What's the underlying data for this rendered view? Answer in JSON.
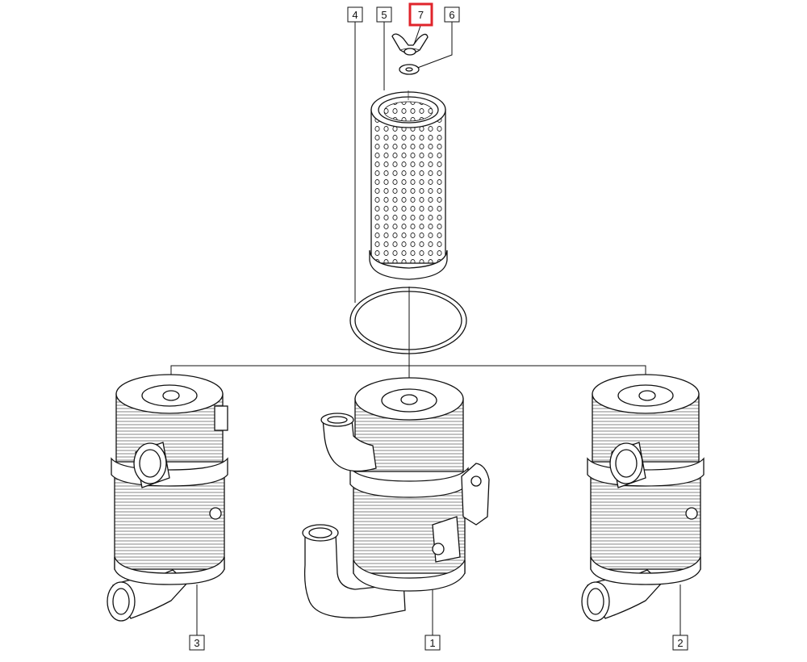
{
  "callouts": {
    "c1": "1",
    "c2": "2",
    "c3": "3",
    "c4": "4",
    "c5": "5",
    "c6": "6",
    "c7": "7"
  },
  "highlighted_callout": "7",
  "colors": {
    "line": "#111111",
    "highlight": "#e0242b",
    "background": "#ffffff"
  }
}
